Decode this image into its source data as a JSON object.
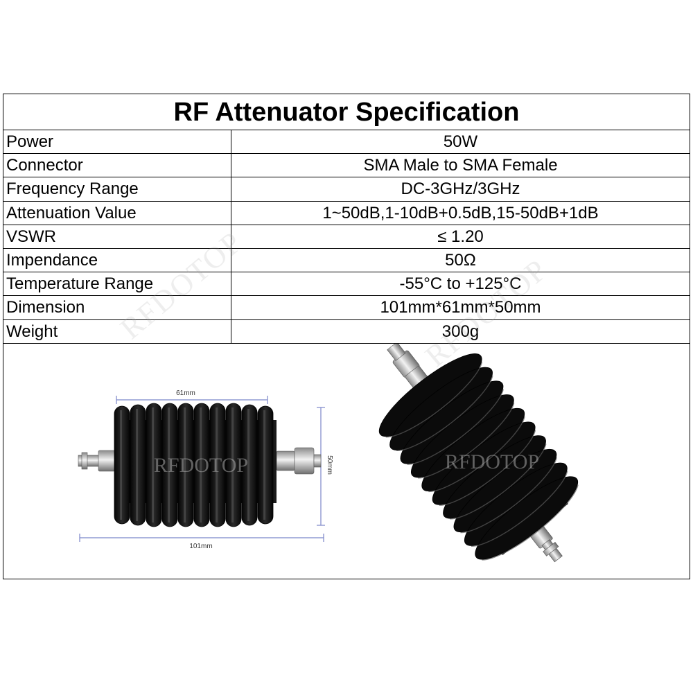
{
  "title": "RF Attenuator Specification",
  "rows": [
    {
      "label": "Power",
      "value": "50W"
    },
    {
      "label": "Connector",
      "value": "SMA Male to SMA Female"
    },
    {
      "label": "Frequency Range",
      "value": "DC-3GHz/3GHz"
    },
    {
      "label": "Attenuation Value",
      "value": "1~50dB,1-10dB+0.5dB,15-50dB+1dB"
    },
    {
      "label": "VSWR",
      "value": "≤ 1.20"
    },
    {
      "label": "Impendance",
      "value": "50Ω"
    },
    {
      "label": "Temperature Range",
      "value": "-55°C to +125°C"
    },
    {
      "label": "Dimension",
      "value": "101mm*61mm*50mm"
    },
    {
      "label": "Weight",
      "value": "300g"
    }
  ],
  "watermark": "RFDOTOP",
  "dims": {
    "width": "61mm",
    "height": "50mm",
    "length": "101mm"
  },
  "colors": {
    "body": "#111111",
    "metal": "#c8c8c8",
    "dim_line": "#7b86c9"
  }
}
